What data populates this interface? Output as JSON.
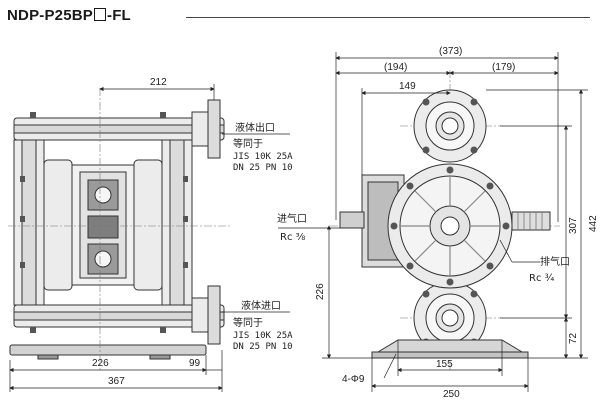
{
  "title": {
    "prefix": "NDP-P25BP",
    "suffix": "-FL"
  },
  "left_view": {
    "dim_top": "212",
    "dim_bottom_left": "226",
    "dim_bottom_right": "99",
    "dim_overall": "367",
    "outlet": {
      "name": "液体出口",
      "note": "等同于",
      "std1": "JIS 10K 25A",
      "std2": "DN 25 PN 10"
    },
    "inlet": {
      "name": "液体进口",
      "note": "等同于",
      "std1": "JIS 10K 25A",
      "std2": "DN 25 PN 10"
    }
  },
  "right_view": {
    "dim_overall_top": "(373)",
    "dim_left_top": "(194)",
    "dim_right_top": "(179)",
    "dim_149": "149",
    "dim_height_total": "442",
    "dim_height_307": "307",
    "dim_height_226": "226",
    "dim_height_72": "72",
    "dim_155": "155",
    "dim_250": "250",
    "holes": "4-Φ9",
    "air_inlet": {
      "name": "进气口",
      "size": "Rc ⅜"
    },
    "air_exhaust": {
      "name": "排气口",
      "size": "Rc ¾"
    }
  },
  "colors": {
    "line": "#333333",
    "part_fill": "#ebebeb",
    "dark_fill": "#6b6b6b"
  }
}
